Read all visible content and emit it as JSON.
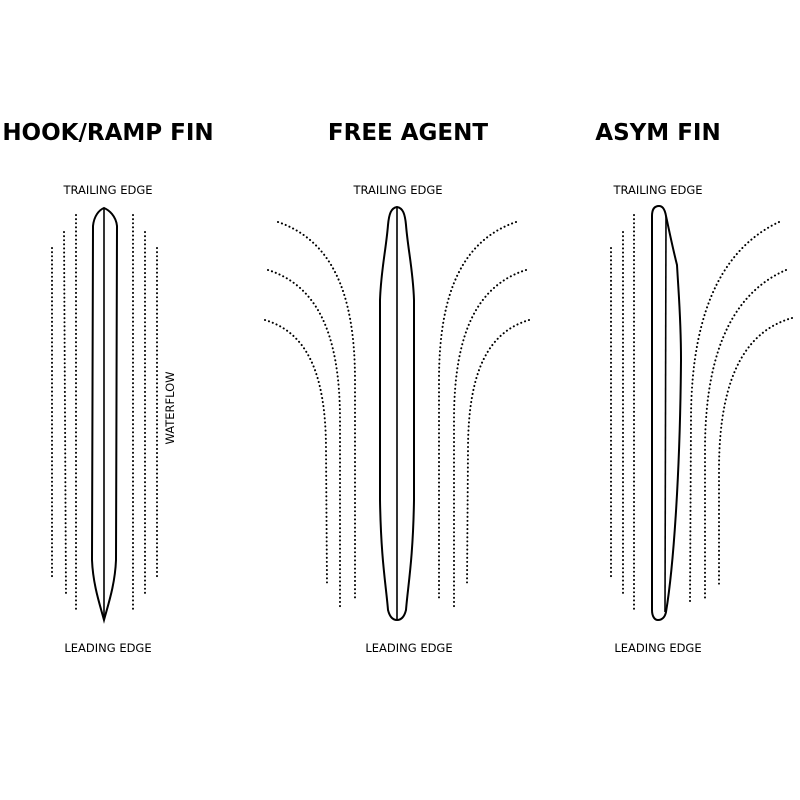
{
  "panels": [
    {
      "title": "HOOK/RAMP FIN",
      "top_label": "TRAILING EDGE",
      "bottom_label": "LEADING EDGE",
      "side_label": "WATERFLOW"
    },
    {
      "title": "FREE AGENT",
      "top_label": "TRAILING EDGE",
      "bottom_label": "LEADING EDGE"
    },
    {
      "title": "ASYM FIN",
      "top_label": "TRAILING EDGE",
      "bottom_label": "LEADING EDGE"
    }
  ]
}
